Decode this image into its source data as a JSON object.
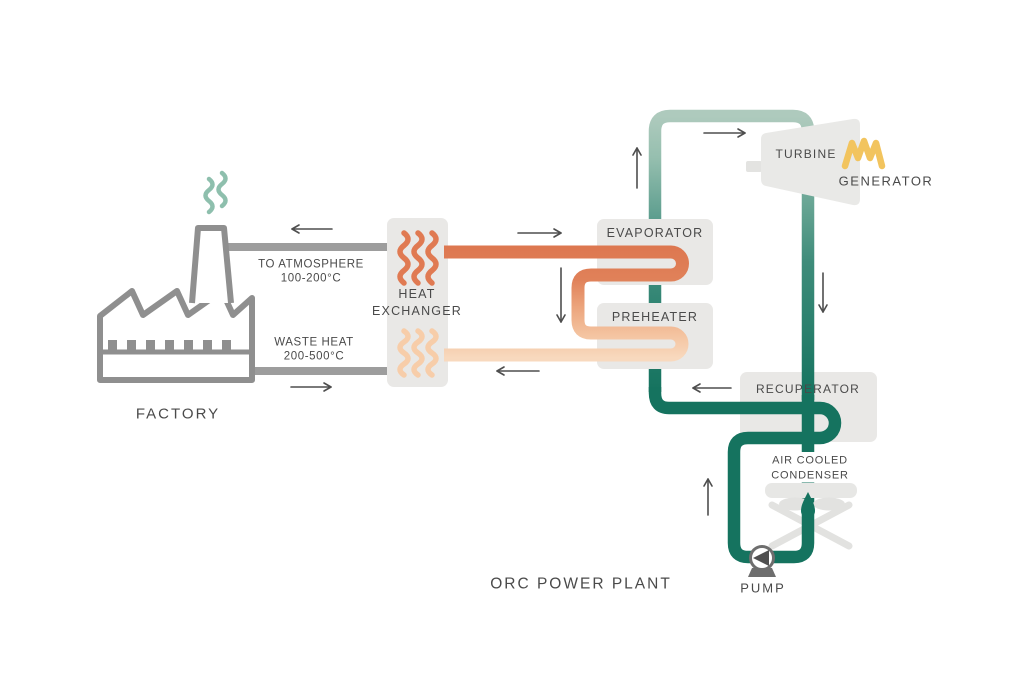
{
  "labels": {
    "factory": "FACTORY",
    "to_atmosphere_1": "TO ATMOSPHERE",
    "to_atmosphere_2": "100-200°C",
    "waste_heat_1": "WASTE HEAT",
    "waste_heat_2": "200-500°C",
    "heat_exchanger_1": "HEAT",
    "heat_exchanger_2": "EXCHANGER",
    "evaporator": "EVAPORATOR",
    "preheater": "PREHEATER",
    "turbine": "TURBINE",
    "generator": "GENERATOR",
    "recuperator": "RECUPERATOR",
    "condenser_1": "AIR COOLED",
    "condenser_2": "CONDENSER",
    "pump": "PUMP",
    "plant": "ORC POWER PLANT"
  },
  "colors": {
    "hot_pipe_start": "#DD7750",
    "hot_pipe_end": "#F8D9BE",
    "vapor_pipe": "#AECABD",
    "liquid_pipe": "#15735F",
    "factory_outline": "#8F8F8F",
    "flue_pipe": "#9D9D9D",
    "component_box": "#E9E8E6",
    "generator": "#F2C45E",
    "smoke": "#8EBFAD",
    "arrow": "#4E4E4E",
    "text": "#4A4A4A"
  },
  "icons": {
    "factory": "factory-icon",
    "smoke": "smoke-waves-icon",
    "hot_waves": "heat-waves-hot-icon",
    "warm_waves": "heat-waves-warm-icon",
    "turbine": "turbine-icon",
    "generator": "generator-zigzag-icon",
    "condenser": "condenser-fan-icon",
    "pump": "pump-icon",
    "arrows": "flow-arrow-icon"
  }
}
